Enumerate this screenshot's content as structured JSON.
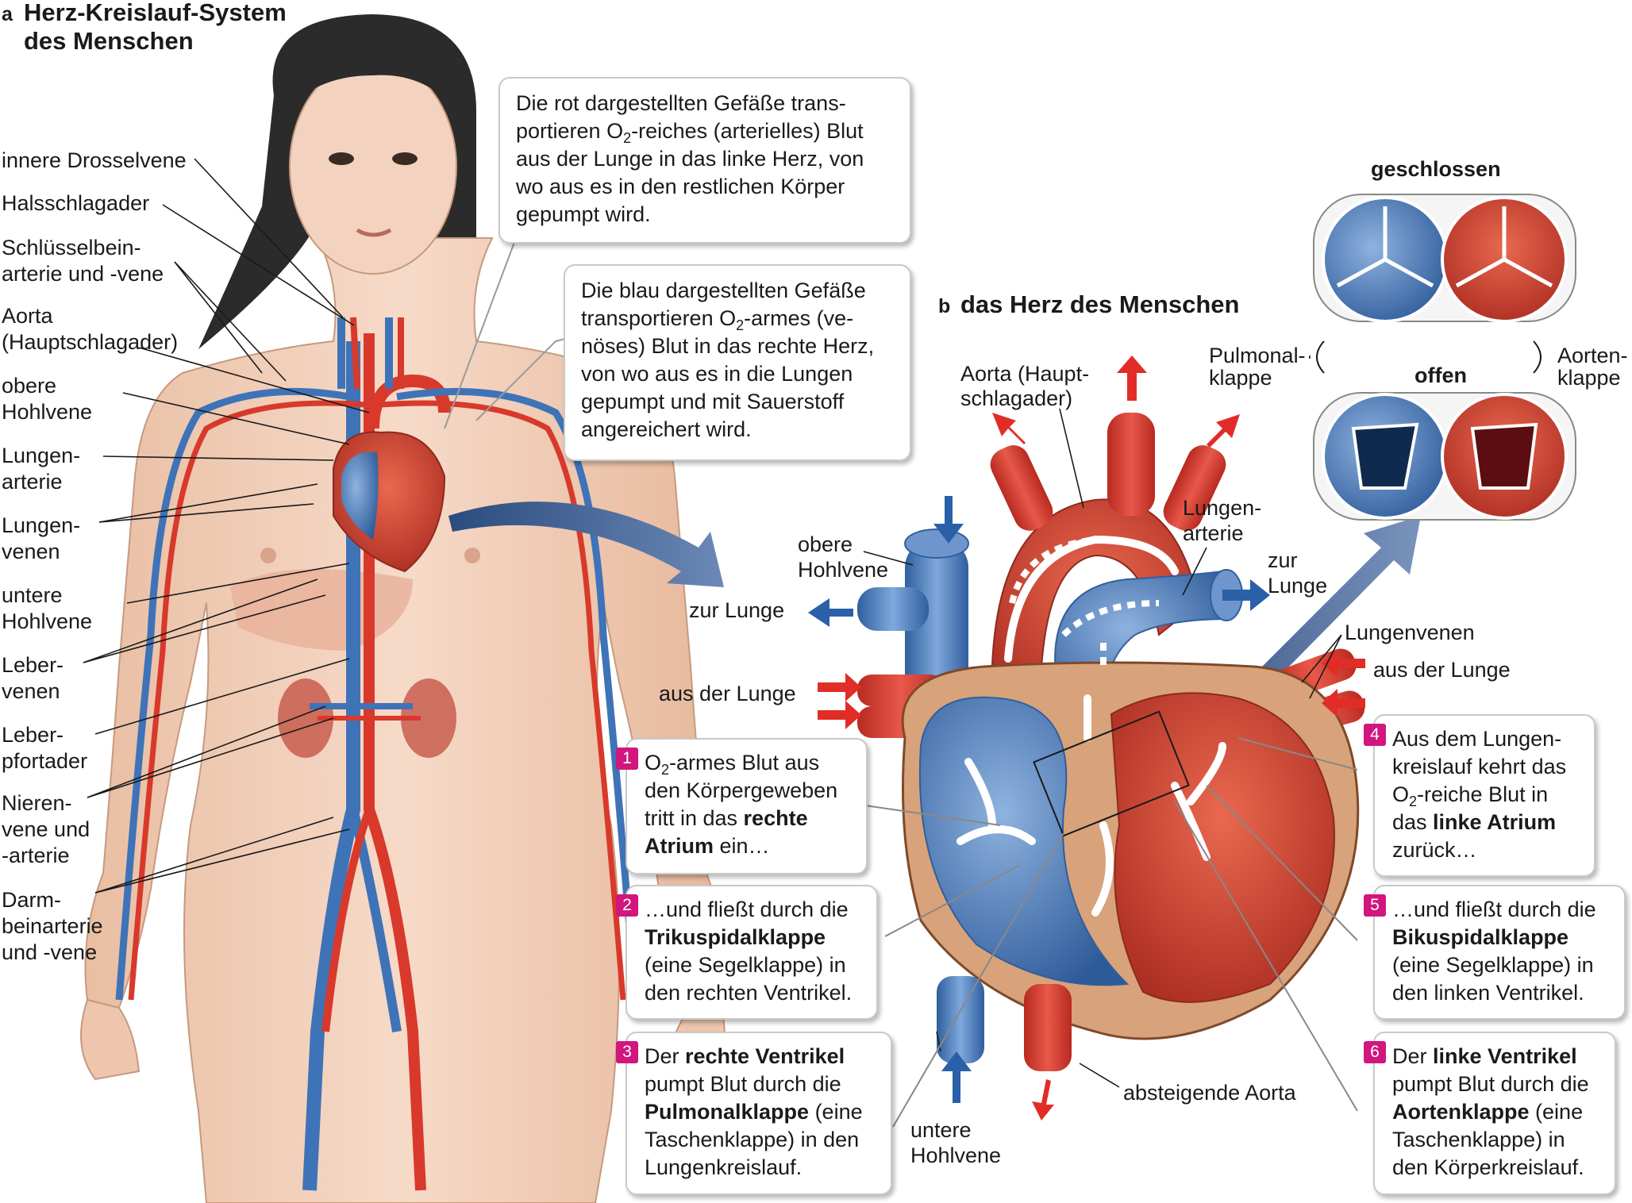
{
  "panel_a": {
    "letter": "a",
    "title_line1": "Herz-Kreislauf-System",
    "title_line2": "des Menschen",
    "labels": [
      {
        "id": "innere-drosselvene",
        "lines": [
          "innere Drosselvene"
        ]
      },
      {
        "id": "halsschlagader",
        "lines": [
          "Halsschlagader"
        ]
      },
      {
        "id": "schluesselbein",
        "lines": [
          "Schlüsselbein-",
          "arterie und -vene"
        ]
      },
      {
        "id": "aorta",
        "lines": [
          "Aorta",
          "(Hauptschlagader)"
        ]
      },
      {
        "id": "obere-hohlvene",
        "lines": [
          "obere",
          "Hohlvene"
        ]
      },
      {
        "id": "lungenarterie",
        "lines": [
          "Lungen-",
          "arterie"
        ]
      },
      {
        "id": "lungenvenen",
        "lines": [
          "Lungen-",
          "venen"
        ]
      },
      {
        "id": "untere-hohlvene",
        "lines": [
          "untere",
          "Hohlvene"
        ]
      },
      {
        "id": "lebervenen",
        "lines": [
          "Leber-",
          "venen"
        ]
      },
      {
        "id": "leberpfortader",
        "lines": [
          "Leber-",
          "pfortader"
        ]
      },
      {
        "id": "nierenvene",
        "lines": [
          "Nieren-",
          "vene und",
          "-arterie"
        ]
      },
      {
        "id": "darmbein",
        "lines": [
          "Darm-",
          "beinarterie",
          "und -vene"
        ]
      }
    ],
    "callout_red": {
      "p1": "Die rot dargestellten Gefäße trans-",
      "p2a": "portieren O",
      "p2sub": "2",
      "p2b": "-reiches (arterielles) Blut",
      "p3": "aus der Lunge in das linke Herz, von",
      "p4": "wo aus es in den restlichen Körper",
      "p5": "gepumpt wird."
    },
    "callout_blue": {
      "p1": "Die blau dargestellten Gefäße",
      "p2a": "transportieren O",
      "p2sub": "2",
      "p2b": "-armes (ve-",
      "p3": "nöses) Blut in das rechte Herz,",
      "p4": "von wo aus es in die Lungen",
      "p5": "gepumpt und mit Sauerstoff",
      "p6": "angereichert wird."
    }
  },
  "panel_b": {
    "letter": "b",
    "title": "das Herz des Menschen",
    "labels": {
      "aorta_l1": "Aorta (Haupt-",
      "aorta_l2": "schlagader)",
      "lungenarterie_l1": "Lungen-",
      "lungenarterie_l2": "arterie",
      "zur_lunge_right_l1": "zur",
      "zur_lunge_right_l2": "Lunge",
      "obere_hohlvene_l1": "obere",
      "obere_hohlvene_l2": "Hohlvene",
      "zur_lunge_left": "zur Lunge",
      "aus_der_lunge_left": "aus der Lunge",
      "lungenvenen": "Lungenvenen",
      "aus_der_lunge_right": "aus der Lunge",
      "untere_hohlvene_l1": "untere",
      "untere_hohlvene_l2": "Hohlvene",
      "absteigende_aorta": "absteigende Aorta"
    },
    "valves": {
      "closed": "geschlossen",
      "open": "offen",
      "pulmonal_l1": "Pulmonal-",
      "pulmonal_l2": "klappe",
      "aorten_l1": "Aorten-",
      "aorten_l2": "klappe"
    },
    "steps": [
      {
        "num": "1",
        "l1a": "O",
        "l1sub": "2",
        "l1b": "-armes Blut aus",
        "l2": "den Körpergeweben",
        "l3a": "tritt in das ",
        "l3b": "rechte",
        "l4a": "Atrium",
        "l4b": " ein…"
      },
      {
        "num": "2",
        "l1": "…und fließt durch die",
        "l2b": "Trikuspidalklappe",
        "l3": "(eine Segelklappe) in",
        "l4": "den rechten Ventrikel."
      },
      {
        "num": "3",
        "l1a": "Der ",
        "l1b": "rechte Ventrikel",
        "l2": "pumpt Blut durch die",
        "l3b": "Pulmonalklappe",
        "l3c": " (eine",
        "l4": "Taschenklappe) in den",
        "l5": "Lungenkreislauf."
      },
      {
        "num": "4",
        "l1": "Aus dem Lungen-",
        "l2": "kreislauf kehrt das",
        "l3a": "O",
        "l3sub": "2",
        "l3b": "-reiche Blut in",
        "l4a": "das ",
        "l4b": "linke Atrium",
        "l5": "zurück…"
      },
      {
        "num": "5",
        "l1": "…und fließt durch die",
        "l2b": "Bikuspidalklappe",
        "l3": "(eine Segelklappe) in",
        "l4": "den linken Ventrikel."
      },
      {
        "num": "6",
        "l1a": "Der ",
        "l1b": "linke Ventrikel",
        "l2": "pumpt Blut durch die",
        "l3b": "Aortenklappe",
        "l3c": " (eine",
        "l4": "Taschenklappe) in",
        "l5": "den Körperkreislauf."
      }
    ]
  },
  "colors": {
    "artery": "#d8392b",
    "vein": "#3f73b8",
    "skin": "#f1cfb8",
    "badge": "#d1167e",
    "hair": "#2b2b2b"
  }
}
